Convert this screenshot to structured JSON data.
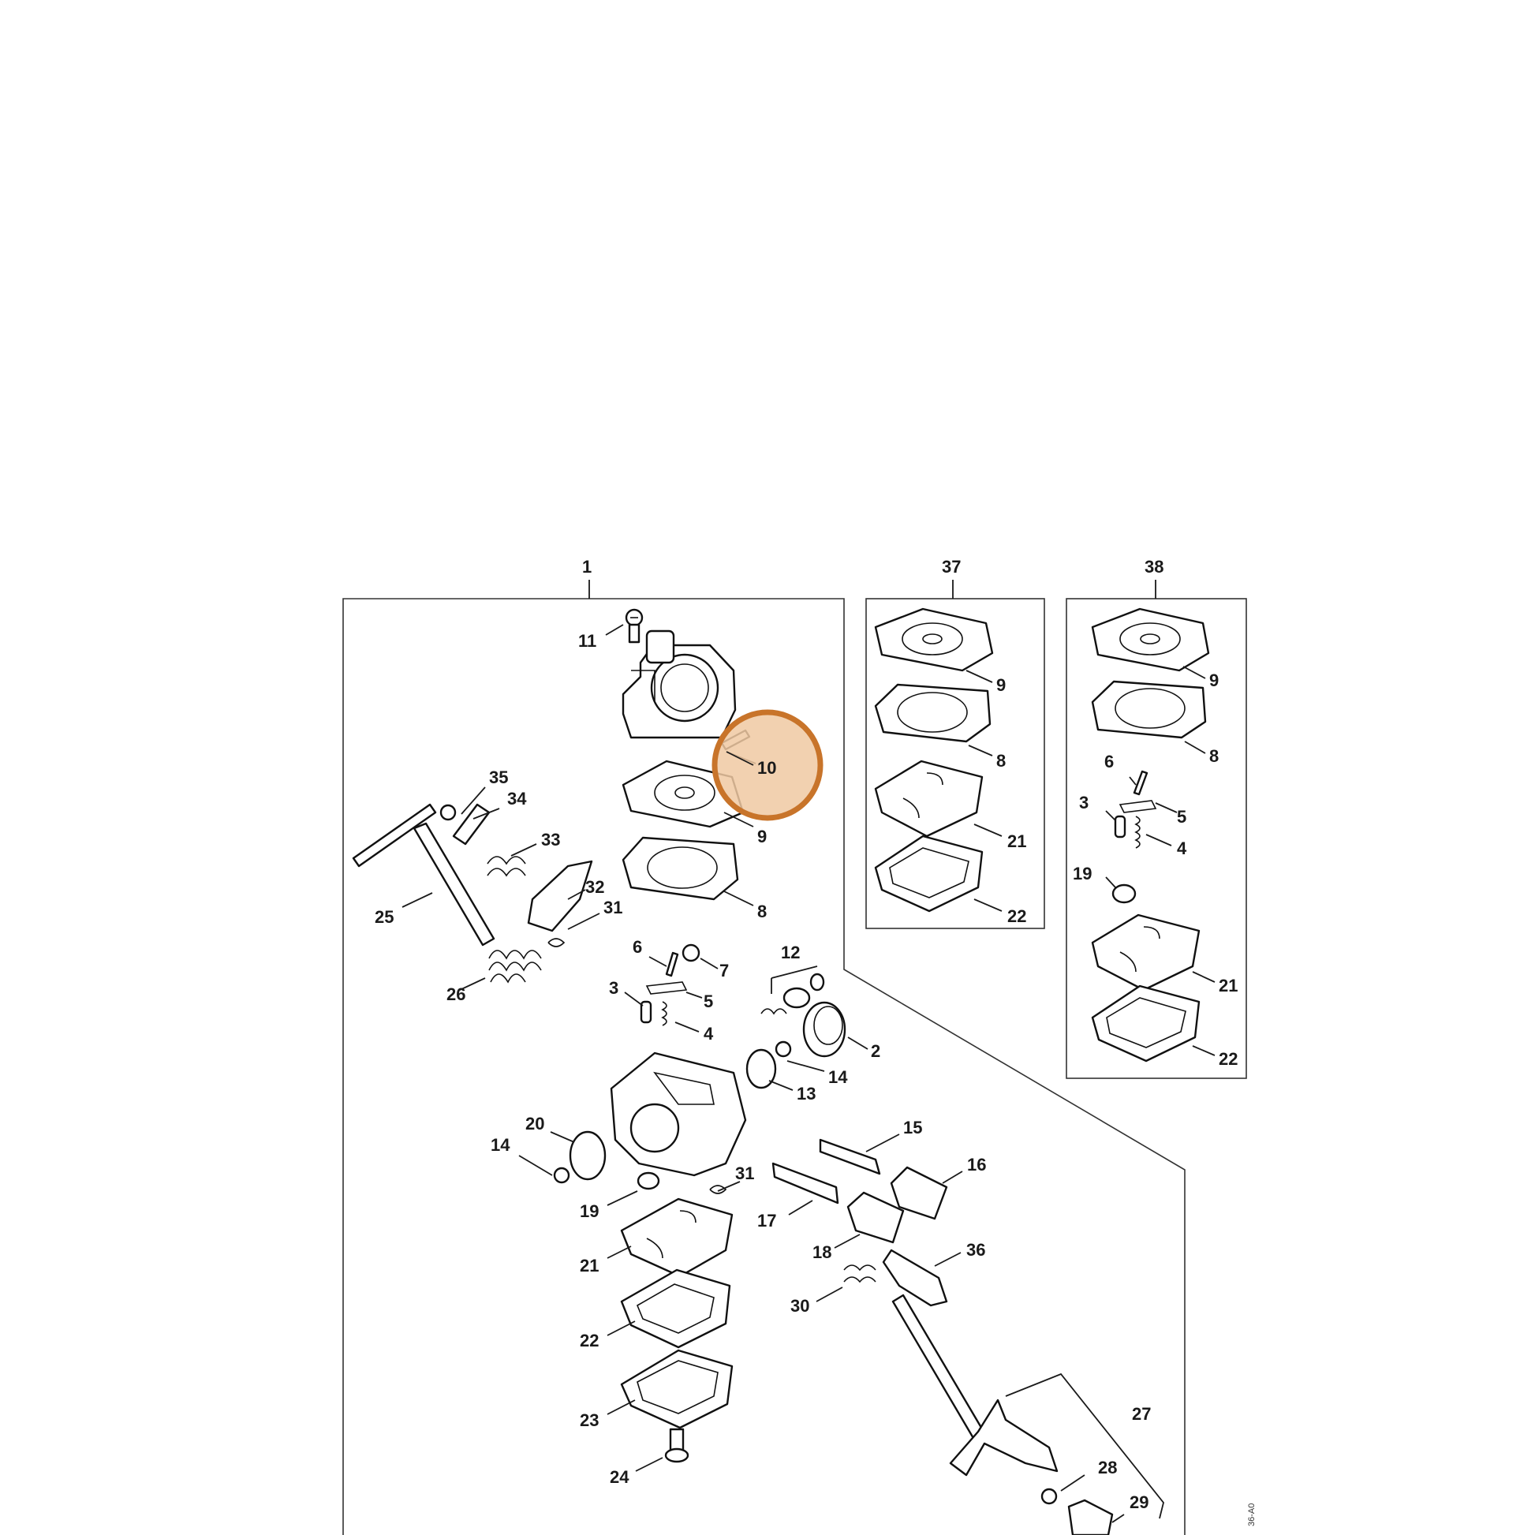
{
  "diagram": {
    "highlight_color": "#c8742a",
    "highlight_fill": "#f0c9a2",
    "highlighted_part": "10",
    "drawing_code": "36-A0",
    "kit_labels": {
      "main": "1",
      "kit_a": "37",
      "kit_b": "38"
    },
    "callouts": {
      "c1": "1",
      "c2": "2",
      "c3": "3",
      "c4": "4",
      "c5": "5",
      "c6": "6",
      "c7": "7",
      "c8": "8",
      "c9": "9",
      "c10": "10",
      "c11": "11",
      "c12": "12",
      "c13": "13",
      "c14a": "14",
      "c14b": "14",
      "c15": "15",
      "c16": "16",
      "c17": "17",
      "c18": "18",
      "c19": "19",
      "c20": "20",
      "c21": "21",
      "c22": "22",
      "c23": "23",
      "c24": "24",
      "c25": "25",
      "c26": "26",
      "c27": "27",
      "c28": "28",
      "c29": "29",
      "c30": "30",
      "c31a": "31",
      "c31b": "31",
      "c32": "32",
      "c33": "33",
      "c34": "34",
      "c35": "35",
      "c36": "36",
      "k37_9": "9",
      "k37_8": "8",
      "k37_21": "21",
      "k37_22": "22",
      "k38_9": "9",
      "k38_8": "8",
      "k38_6": "6",
      "k38_3": "3",
      "k38_5": "5",
      "k38_4": "4",
      "k38_19": "19",
      "k38_21": "21",
      "k38_22": "22"
    }
  }
}
